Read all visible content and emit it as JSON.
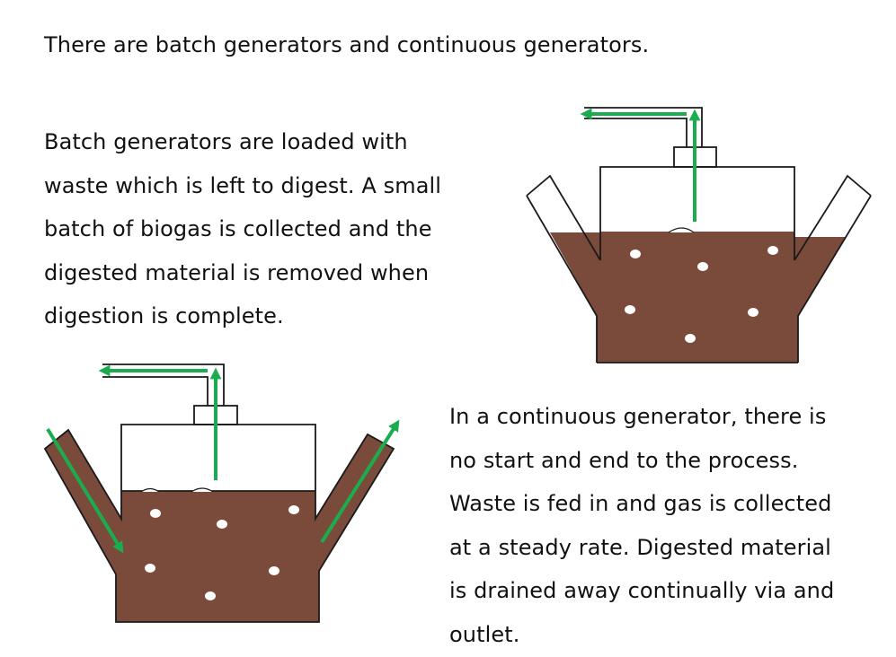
{
  "intro": "There are batch generators and continuous generators.",
  "batch_text": [
    "Batch generators are loaded with",
    "waste which is left to digest. A small",
    "batch of biogas is collected and the",
    "digested material is removed when",
    "digestion is complete."
  ],
  "continuous_text": [
    "In a continuous generator, there is",
    "no start and end to the process.",
    "Waste is fed in and gas is collected",
    "at a steady rate. Digested material",
    "is drained away continually via and",
    "outlet."
  ],
  "colors": {
    "slurry": "#7a4b3b",
    "arrow": "#1aac4e",
    "outline": "#1a1a1a"
  }
}
